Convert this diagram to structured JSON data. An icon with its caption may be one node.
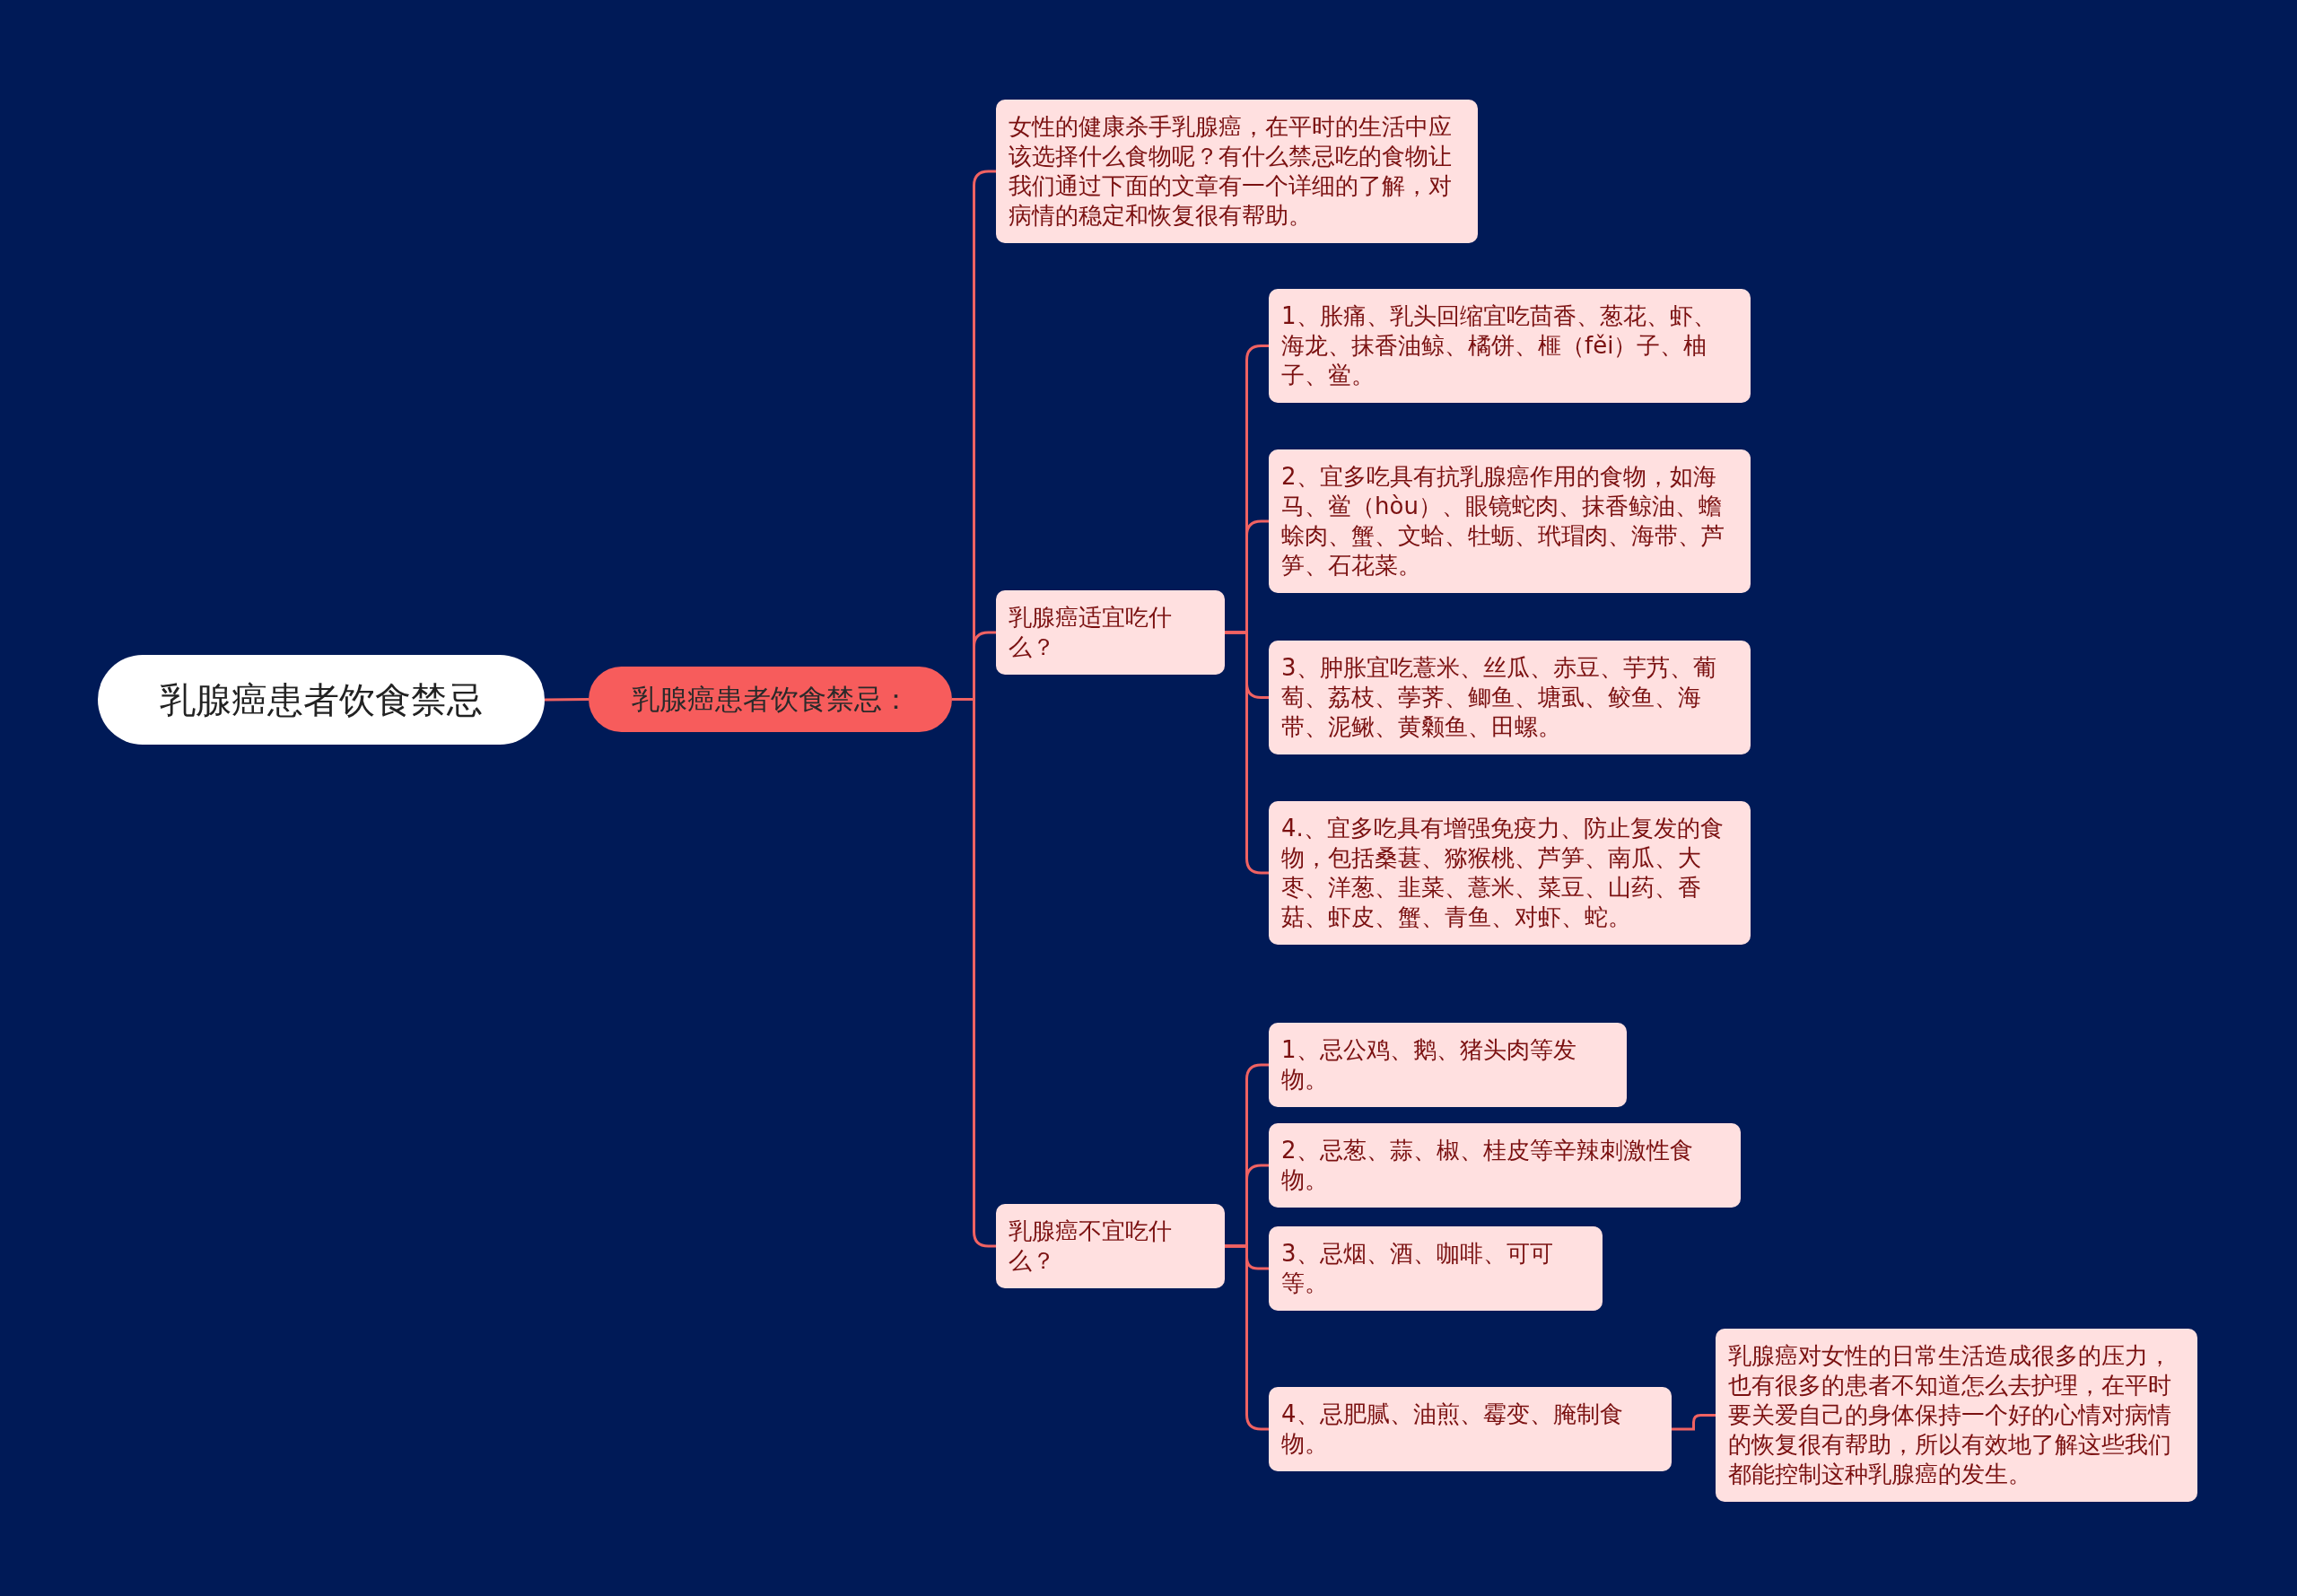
{
  "diagram": {
    "nodes": [
      {
        "text": [
          "乳腺癌患者饮食禁忌"
        ]
      },
      {
        "text": [
          "乳腺癌患者饮食禁忌："
        ]
      },
      {
        "text": [
          "女性的健康杀手乳腺癌，在平时的生活中应该选择什么食物呢？有什么禁忌吃的食物让我们通过下面的文章有一个详细的了解，对病情的稳定和恢复很有帮助。"
        ]
      },
      {
        "text": [
          "乳腺癌适宜吃什么？"
        ]
      },
      {
        "text": [
          "1、胀痛、乳头回缩宜吃茴香、葱花、虾、海龙、抹香油鲸、橘饼、榧（fěi）子、柚子、鲎。"
        ]
      },
      {
        "text": [
          "2、宜多吃具有抗乳腺癌作用的食物，如海马、鲎（hòu）、眼镜蛇肉、抹香鲸油、蟾蜍肉、蟹、文蛤、牡蛎、玳瑁肉、海带、芦笋、石花菜。"
        ]
      },
      {
        "text": [
          "3、肿胀宜吃薏米、丝瓜、赤豆、芋艿、葡萄、荔枝、荸荠、鲫鱼、塘虱、鲛鱼、海带、泥鳅、黄颡鱼、田螺。"
        ]
      },
      {
        "text": [
          "4.、宜多吃具有增强免疫力、防止复发的食物，包括桑葚、猕猴桃、芦笋、南瓜、大枣、洋葱、韭菜、薏米、菜豆、山药、香菇、虾皮、蟹、青鱼、对虾、蛇。"
        ]
      },
      {
        "text": [
          "乳腺癌不宜吃什么？"
        ]
      },
      {
        "text": [
          "1、忌公鸡、鹅、猪头肉等发物。"
        ]
      },
      {
        "text": [
          "2、忌葱、蒜、椒、桂皮等辛辣刺激性食物。"
        ]
      },
      {
        "text": [
          "3、忌烟、酒、咖啡、可可等。"
        ]
      },
      {
        "text": [
          "4、忌肥腻、油煎、霉变、腌制食物。"
        ]
      },
      {
        "text": [
          "乳腺癌对女性的日常生活造成很多的压力，也有很多的患者不知道怎么去护理，在平时要关爱自己的身体保持一个好的心情对病情的恢复很有帮助，所以有效地了解这些我们都能控制这种乳腺癌的发生。"
        ]
      }
    ],
    "edges": [
      {
        "from": 0,
        "to": 1,
        "arrow": "none"
      },
      {
        "from": 1,
        "to": 2,
        "arrow": "none"
      },
      {
        "from": 1,
        "to": 3,
        "arrow": "none"
      },
      {
        "from": 1,
        "to": 8,
        "arrow": "none"
      },
      {
        "from": 3,
        "to": 4,
        "arrow": "none"
      },
      {
        "from": 3,
        "to": 5,
        "arrow": "none"
      },
      {
        "from": 3,
        "to": 6,
        "arrow": "none"
      },
      {
        "from": 3,
        "to": 7,
        "arrow": "none"
      },
      {
        "from": 8,
        "to": 9,
        "arrow": "none"
      },
      {
        "from": 8,
        "to": 10,
        "arrow": "none"
      },
      {
        "from": 8,
        "to": 11,
        "arrow": "none"
      },
      {
        "from": 8,
        "to": 12,
        "arrow": "none"
      },
      {
        "from": 12,
        "to": 13,
        "arrow": "none"
      }
    ]
  }
}
